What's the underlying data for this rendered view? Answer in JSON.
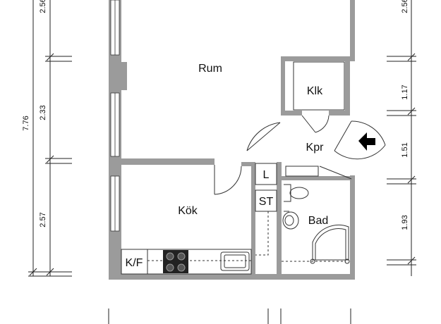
{
  "rooms": {
    "rum": "Rum",
    "klk": "Klk",
    "kpr": "Kpr",
    "kok": "Kök",
    "bad": "Bad"
  },
  "fixtures": {
    "linen": "L",
    "storage": "ST",
    "fridge_freezer": "K/F"
  },
  "dimensions": {
    "left": {
      "total": "7.76",
      "seg_top": "2.56",
      "seg_mid": "2.33",
      "seg_bottom": "2.57"
    },
    "right": {
      "seg_top": "2.56",
      "seg_klk": "1.17",
      "seg_kpr": "1.51",
      "seg_bad": "1.93"
    }
  },
  "colors": {
    "wall": "#9b9b9b",
    "line": "#333333",
    "window": "#ffffff"
  }
}
